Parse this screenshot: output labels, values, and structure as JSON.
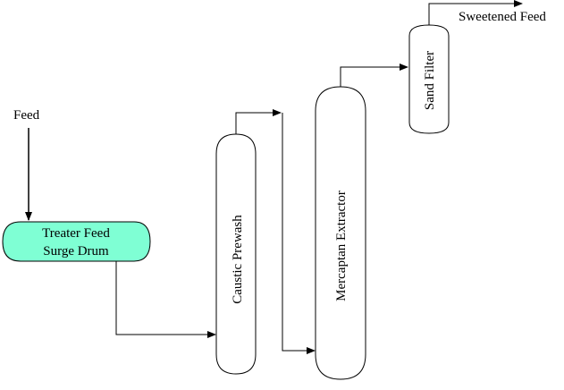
{
  "labels": {
    "feed": "Feed",
    "surge_drum_line1": "Treater Feed",
    "surge_drum_line2": "Surge Drum",
    "caustic_prewash": "Caustic Prewash",
    "mercaptan_extractor": "Mercaptan Extractor",
    "sand_filter": "Sand Filter",
    "sweetened_feed": "Sweetened Feed"
  },
  "colors": {
    "surge_drum_fill": "#7FFFD4",
    "vessel_fill": "#FFFFFF",
    "line": "#000000"
  }
}
